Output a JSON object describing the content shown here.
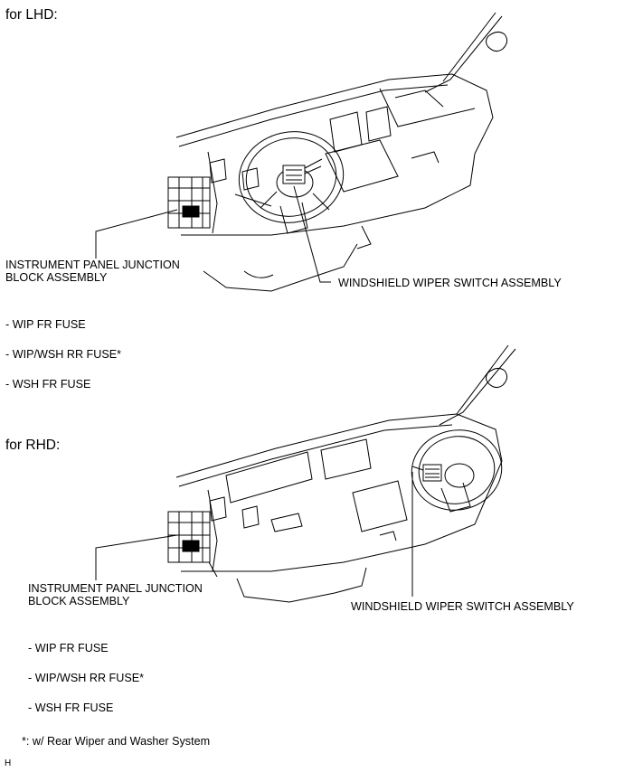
{
  "lhd": {
    "heading": "for LHD:",
    "junction_label_line1": "INSTRUMENT PANEL JUNCTION",
    "junction_label_line2": "BLOCK ASSEMBLY",
    "wiper_label": "WINDSHIELD WIPER SWITCH ASSEMBLY",
    "fuses": [
      "- WIP FR FUSE",
      "- WIP/WSH RR FUSE*",
      "- WSH FR FUSE"
    ]
  },
  "rhd": {
    "heading": "for RHD:",
    "junction_label_line1": "INSTRUMENT PANEL JUNCTION",
    "junction_label_line2": "BLOCK ASSEMBLY",
    "wiper_label": "WINDSHIELD WIPER SWITCH ASSEMBLY",
    "fuses": [
      "- WIP FR FUSE",
      "- WIP/WSH RR FUSE*",
      "- WSH FR FUSE"
    ]
  },
  "footnote": "*: w/ Rear Wiper and Washer System",
  "corner_mark": "H"
}
